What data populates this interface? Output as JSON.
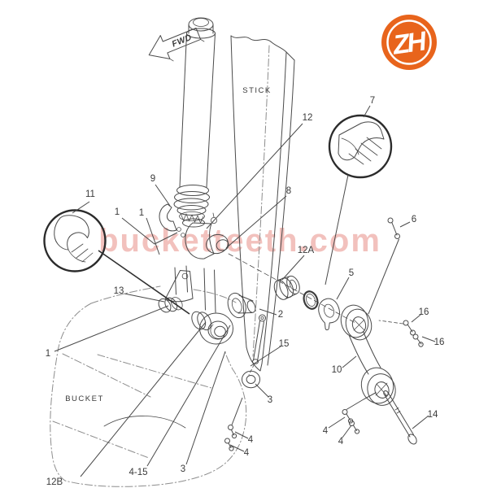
{
  "figure": {
    "fwd_label": "FWD",
    "stick_label": "STICK",
    "bucket_label": "BUCKET"
  },
  "watermark": {
    "text": "bucketteeth.com",
    "color": "#e89088"
  },
  "logo": {
    "text": "ZH",
    "color": "#e8641c"
  },
  "callouts": [
    {
      "part": "11"
    },
    {
      "part": "9"
    },
    {
      "part": "1"
    },
    {
      "part": "1"
    },
    {
      "part": "12"
    },
    {
      "part": "7"
    },
    {
      "part": "8"
    },
    {
      "part": "6"
    },
    {
      "part": "12A"
    },
    {
      "part": "5"
    },
    {
      "part": "2"
    },
    {
      "part": "15"
    },
    {
      "part": "13"
    },
    {
      "part": "1"
    },
    {
      "part": "10"
    },
    {
      "part": "16"
    },
    {
      "part": "16"
    },
    {
      "part": "4"
    },
    {
      "part": "4"
    },
    {
      "part": "14"
    },
    {
      "part": "3"
    },
    {
      "part": "4"
    },
    {
      "part": "4"
    },
    {
      "part": "3"
    },
    {
      "part": "4-15"
    },
    {
      "part": "12B"
    }
  ]
}
